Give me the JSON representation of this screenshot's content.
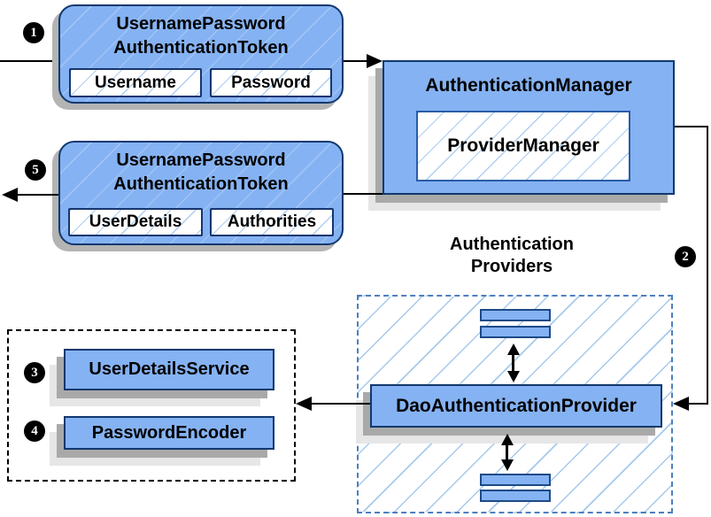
{
  "diagram": {
    "colors": {
      "node_fill": "#85b2f2",
      "node_border": "#11386e",
      "hatch_line": "#aecdf0",
      "providers_frame_border": "#4d7fc0",
      "services_frame_border": "#000000",
      "shadow_dark": "#a9a9a9",
      "shadow_light": "#e6e6e6",
      "connector": "#000000",
      "badge_bg": "#000000",
      "badge_text": "#ffffff"
    },
    "nodes": {
      "token_request": {
        "title_line1": "UsernamePassword",
        "title_line2": "AuthenticationToken",
        "fields": [
          "Username",
          "Password"
        ]
      },
      "authentication_manager": {
        "title": "AuthenticationManager",
        "inner": "ProviderManager"
      },
      "token_response": {
        "title_line1": "UsernamePassword",
        "title_line2": "AuthenticationToken",
        "fields": [
          "UserDetails",
          "Authorities"
        ]
      },
      "providers_group": {
        "label_line1": "Authentication",
        "label_line2": "Providers"
      },
      "dao_provider": {
        "title": "DaoAuthenticationProvider"
      },
      "user_details_service": {
        "title": "UserDetailsService"
      },
      "password_encoder": {
        "title": "PasswordEncoder"
      }
    },
    "steps": {
      "s1": "1",
      "s2": "2",
      "s3": "3",
      "s4": "4",
      "s5": "5"
    }
  }
}
